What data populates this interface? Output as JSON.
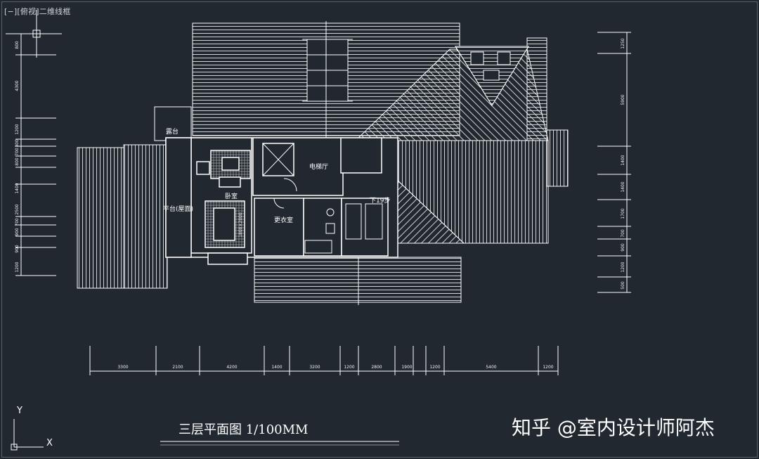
{
  "viewport": {
    "label": "[−][俯视]二维线框"
  },
  "drawing": {
    "title": "三层平面图 1/100MM",
    "rooms": {
      "lutai": "露台",
      "dianti_ting": "电梯厅",
      "woshi": "卧室",
      "pingtai": "平台(屋面)",
      "gengyi": "更衣室",
      "xiaolou": "下19步",
      "bed_size": "1800×2000"
    },
    "left_dims": [
      "800",
      "4300",
      "1200",
      "300",
      "700",
      "800",
      "1400",
      "2500",
      "700",
      "900",
      "900",
      "1200"
    ],
    "right_dims": [
      "1250",
      "5900",
      "1400",
      "1400",
      "1700",
      "700",
      "900",
      "1200",
      "500"
    ],
    "bottom_dims": [
      "3300",
      "2100",
      "4200",
      "1400",
      "3200",
      "1200",
      "2800",
      "1900",
      "1200",
      "5400",
      "1200"
    ]
  },
  "ucs": {
    "x_label": "X",
    "y_label": "Y"
  },
  "watermark": {
    "text": "知乎 @室内设计师阿杰"
  }
}
